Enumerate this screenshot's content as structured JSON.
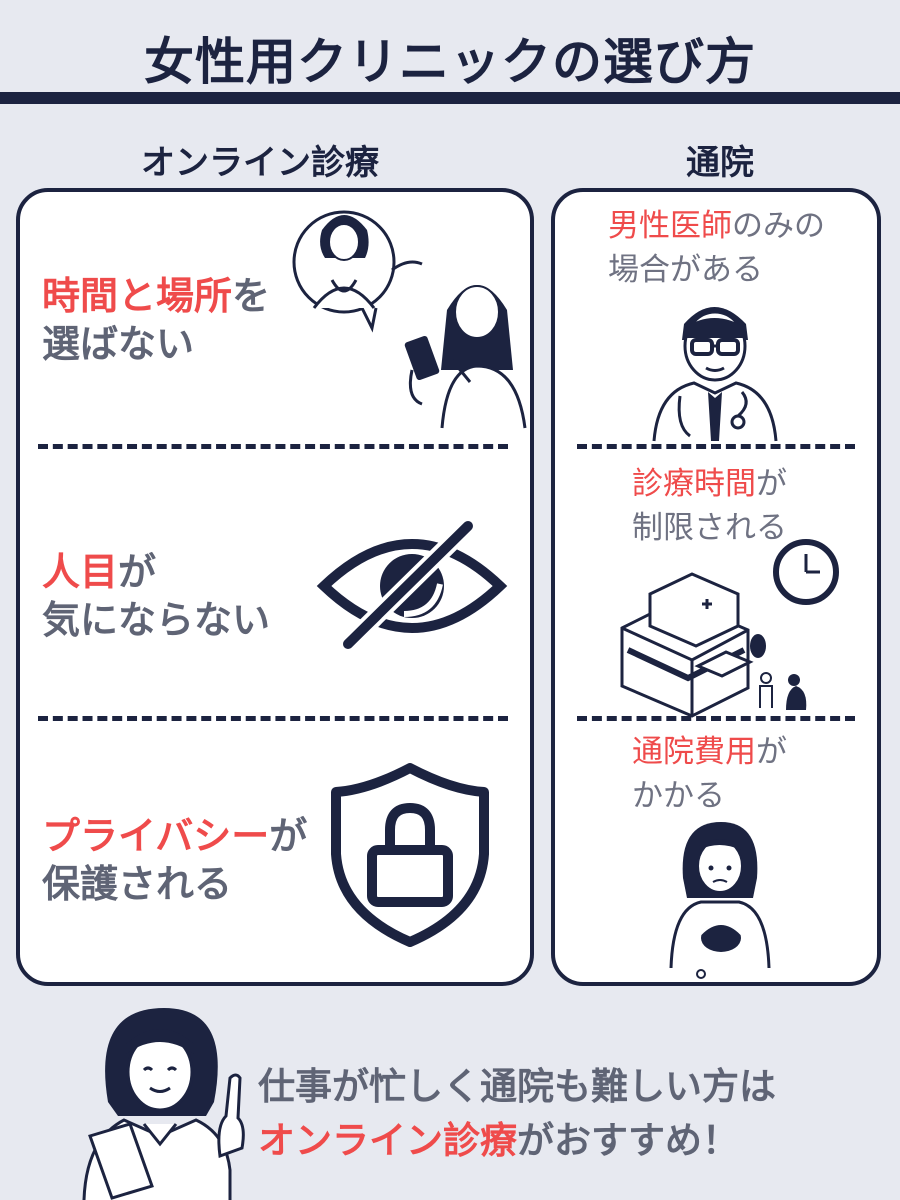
{
  "title": "女性用クリニックの選び方",
  "columns": {
    "online": "オンライン診療",
    "visit": "通院"
  },
  "online_features": [
    {
      "highlight": "時間と場所",
      "rest1": "を",
      "line2": "選ばない",
      "icon": "doctor-smartphone-icon"
    },
    {
      "highlight": "人目",
      "rest1": "が",
      "line2": "気にならない",
      "icon": "eye-slash-icon"
    },
    {
      "highlight": "プライバシー",
      "rest1": "が",
      "line2": "保護される",
      "icon": "shield-lock-icon"
    }
  ],
  "visit_cons": [
    {
      "highlight": "男性医師",
      "rest1": "のみの",
      "line2": "場合がある",
      "icon": "male-doctor-icon"
    },
    {
      "highlight": "診療時間",
      "rest1": "が",
      "line2": "制限される",
      "icon": "hospital-clock-icon"
    },
    {
      "highlight": "通院費用",
      "rest1": "が",
      "line2": "かかる",
      "icon": "worried-woman-wallet-icon"
    }
  ],
  "bottom": {
    "line1": "仕事が忙しく通院も難しい方は",
    "highlight": "オンライン診療",
    "line2_rest": "がおすすめ！",
    "icon": "pointing-doctor-icon"
  }
}
